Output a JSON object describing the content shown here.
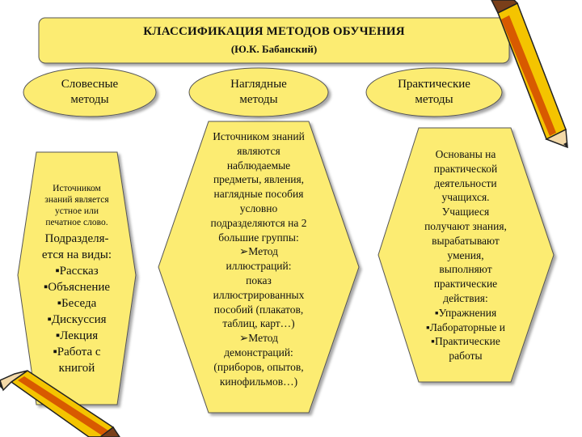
{
  "header": {
    "title": "КЛАССИФИКАЦИЯ МЕТОДОВ ОБУЧЕНИЯ",
    "author": "(Ю.К. Бабанский)"
  },
  "columns": [
    {
      "label_line1": "Словесные",
      "label_line2": "методы",
      "desc_lines": [
        "Источником",
        "знаний является",
        "устное или",
        "печатное слово."
      ],
      "body_lines": [
        "Подразделя-",
        "ется на виды:",
        "▪Рассказ",
        "▪Объяснение",
        "▪Беседа",
        "▪Дискуссия",
        "▪Лекция",
        "▪Работа с",
        "книгой"
      ]
    },
    {
      "label_line1": "Наглядные",
      "label_line2": "методы",
      "body_lines": [
        "Источником знаний",
        "являются",
        "наблюдаемые",
        "предметы, явления,",
        "наглядные пособия",
        "условно",
        "подразделяются на 2",
        "большие группы:",
        "➢Метод",
        "иллюстраций:",
        "показ",
        "иллюстрированных",
        "пособий (плакатов,",
        "таблиц, карт…)",
        "➢Метод",
        "демонстраций:",
        "(приборов, опытов,",
        "кинофильмов…)"
      ]
    },
    {
      "label_line1": "Практические",
      "label_line2": "методы",
      "body_lines": [
        "Основаны на",
        "практической",
        "деятельности",
        "учащихся.",
        "Учащиеся",
        "получают знания,",
        "вырабатывают",
        "умения,",
        "выполняют",
        "практические",
        "действия:",
        "▪Упражнения",
        "▪Лабораторные и",
        "▪Практические",
        "работы"
      ]
    }
  ],
  "colors": {
    "fill": "#fcec72",
    "pencil_yellow": "#f4c400",
    "pencil_stripe": "#d85a00",
    "outline": "#333333"
  }
}
